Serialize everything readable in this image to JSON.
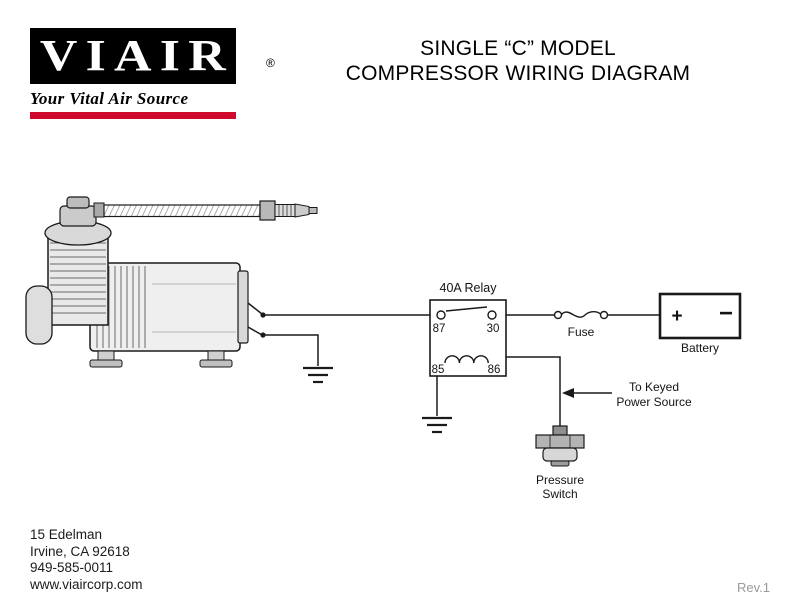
{
  "logo": {
    "brand": "VIAIR",
    "registered_mark": "®",
    "tagline": "Your Vital Air Source"
  },
  "title": {
    "line1": "SINGLE “C” MODEL",
    "line2": "COMPRESSOR WIRING DIAGRAM"
  },
  "diagram": {
    "relay_label": "40A Relay",
    "terminal_87": "87",
    "terminal_30": "30",
    "terminal_85": "85",
    "terminal_86": "86",
    "fuse_label": "Fuse",
    "battery_plus": "+",
    "battery_minus": "−",
    "battery_label": "Battery",
    "keyed_power_line1": "To Keyed",
    "keyed_power_line2": "Power Source",
    "pressure_switch_line1": "Pressure",
    "pressure_switch_line2": "Switch"
  },
  "footer": {
    "address_line1": "15 Edelman",
    "address_line2": "Irvine, CA 92618",
    "phone": "949-585-0011",
    "website": "www.viaircorp.com"
  },
  "revision": "Rev.1",
  "colors": {
    "brand_black": "#000000",
    "accent_red": "#cf0a2c",
    "line_color": "#1a1a1a",
    "revision_gray": "#9a9a9a"
  }
}
